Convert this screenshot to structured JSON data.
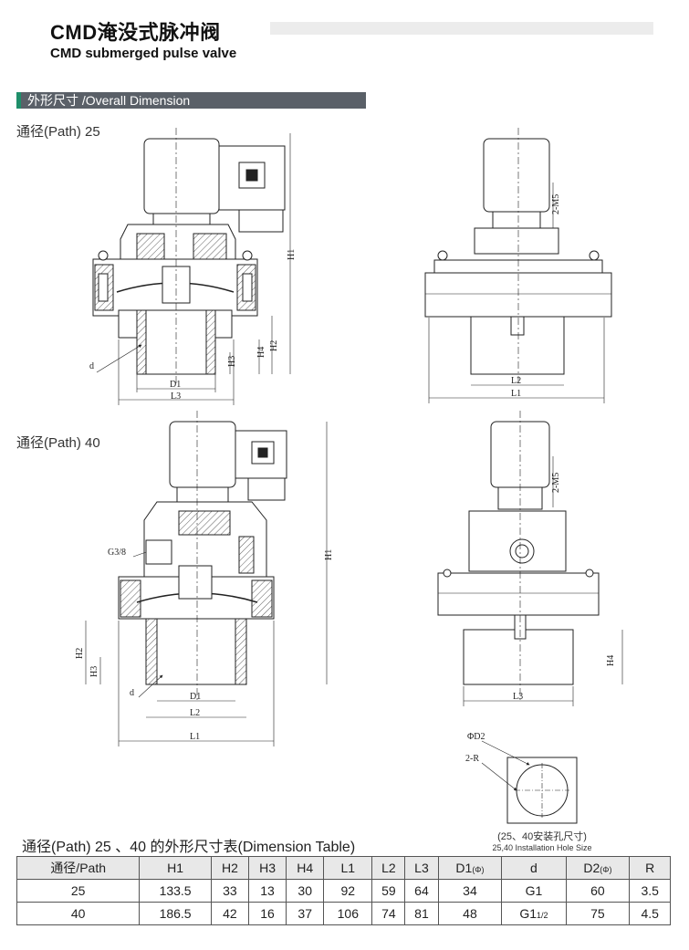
{
  "header": {
    "title_cn": "CMD淹没式脉冲阀",
    "title_en": "CMD submerged pulse valve"
  },
  "section": {
    "title": "外形尺寸 /Overall Dimension"
  },
  "drawings": {
    "path25_label": "通径(Path) 25",
    "path40_label": "通径(Path) 40",
    "p25_front": {
      "H1": "H1",
      "H2": "H2",
      "H3": "H3",
      "H4": "H4",
      "d": "d",
      "D1": "D1",
      "L3": "L3"
    },
    "p25_side": {
      "M5": "2-M5",
      "L2": "L2",
      "L1": "L1"
    },
    "p40_front": {
      "G38": "G3/8",
      "H1": "H1",
      "H2": "H2",
      "H3": "H3",
      "d": "d",
      "D1": "D1",
      "L2": "L2",
      "L1": "L1"
    },
    "p40_side": {
      "M5": "2-M5",
      "H4": "H4",
      "L3": "L3"
    },
    "hole": {
      "D2": "ΦD2",
      "R": "2-R",
      "note_cn": "(25、40安装孔尺寸)",
      "note_en": "25,40 Installation Hole Size"
    }
  },
  "table": {
    "title": "通径(Path) 25 、40 的外形尺寸表(Dimension Table)",
    "headers": [
      "通径/Path",
      "H1",
      "H2",
      "H3",
      "H4",
      "L1",
      "L2",
      "L3",
      "D1",
      "d",
      "D2",
      "R"
    ],
    "phi": "(Φ)",
    "rows": [
      {
        "cells": [
          "25",
          "133.5",
          "33",
          "13",
          "30",
          "92",
          "59",
          "64",
          "34",
          "G1",
          "60",
          "3.5"
        ]
      },
      {
        "cells": [
          "40",
          "186.5",
          "42",
          "16",
          "37",
          "106",
          "74",
          "81",
          "48",
          "G1",
          "75",
          "4.5"
        ],
        "d_sub": "1/2"
      }
    ]
  }
}
